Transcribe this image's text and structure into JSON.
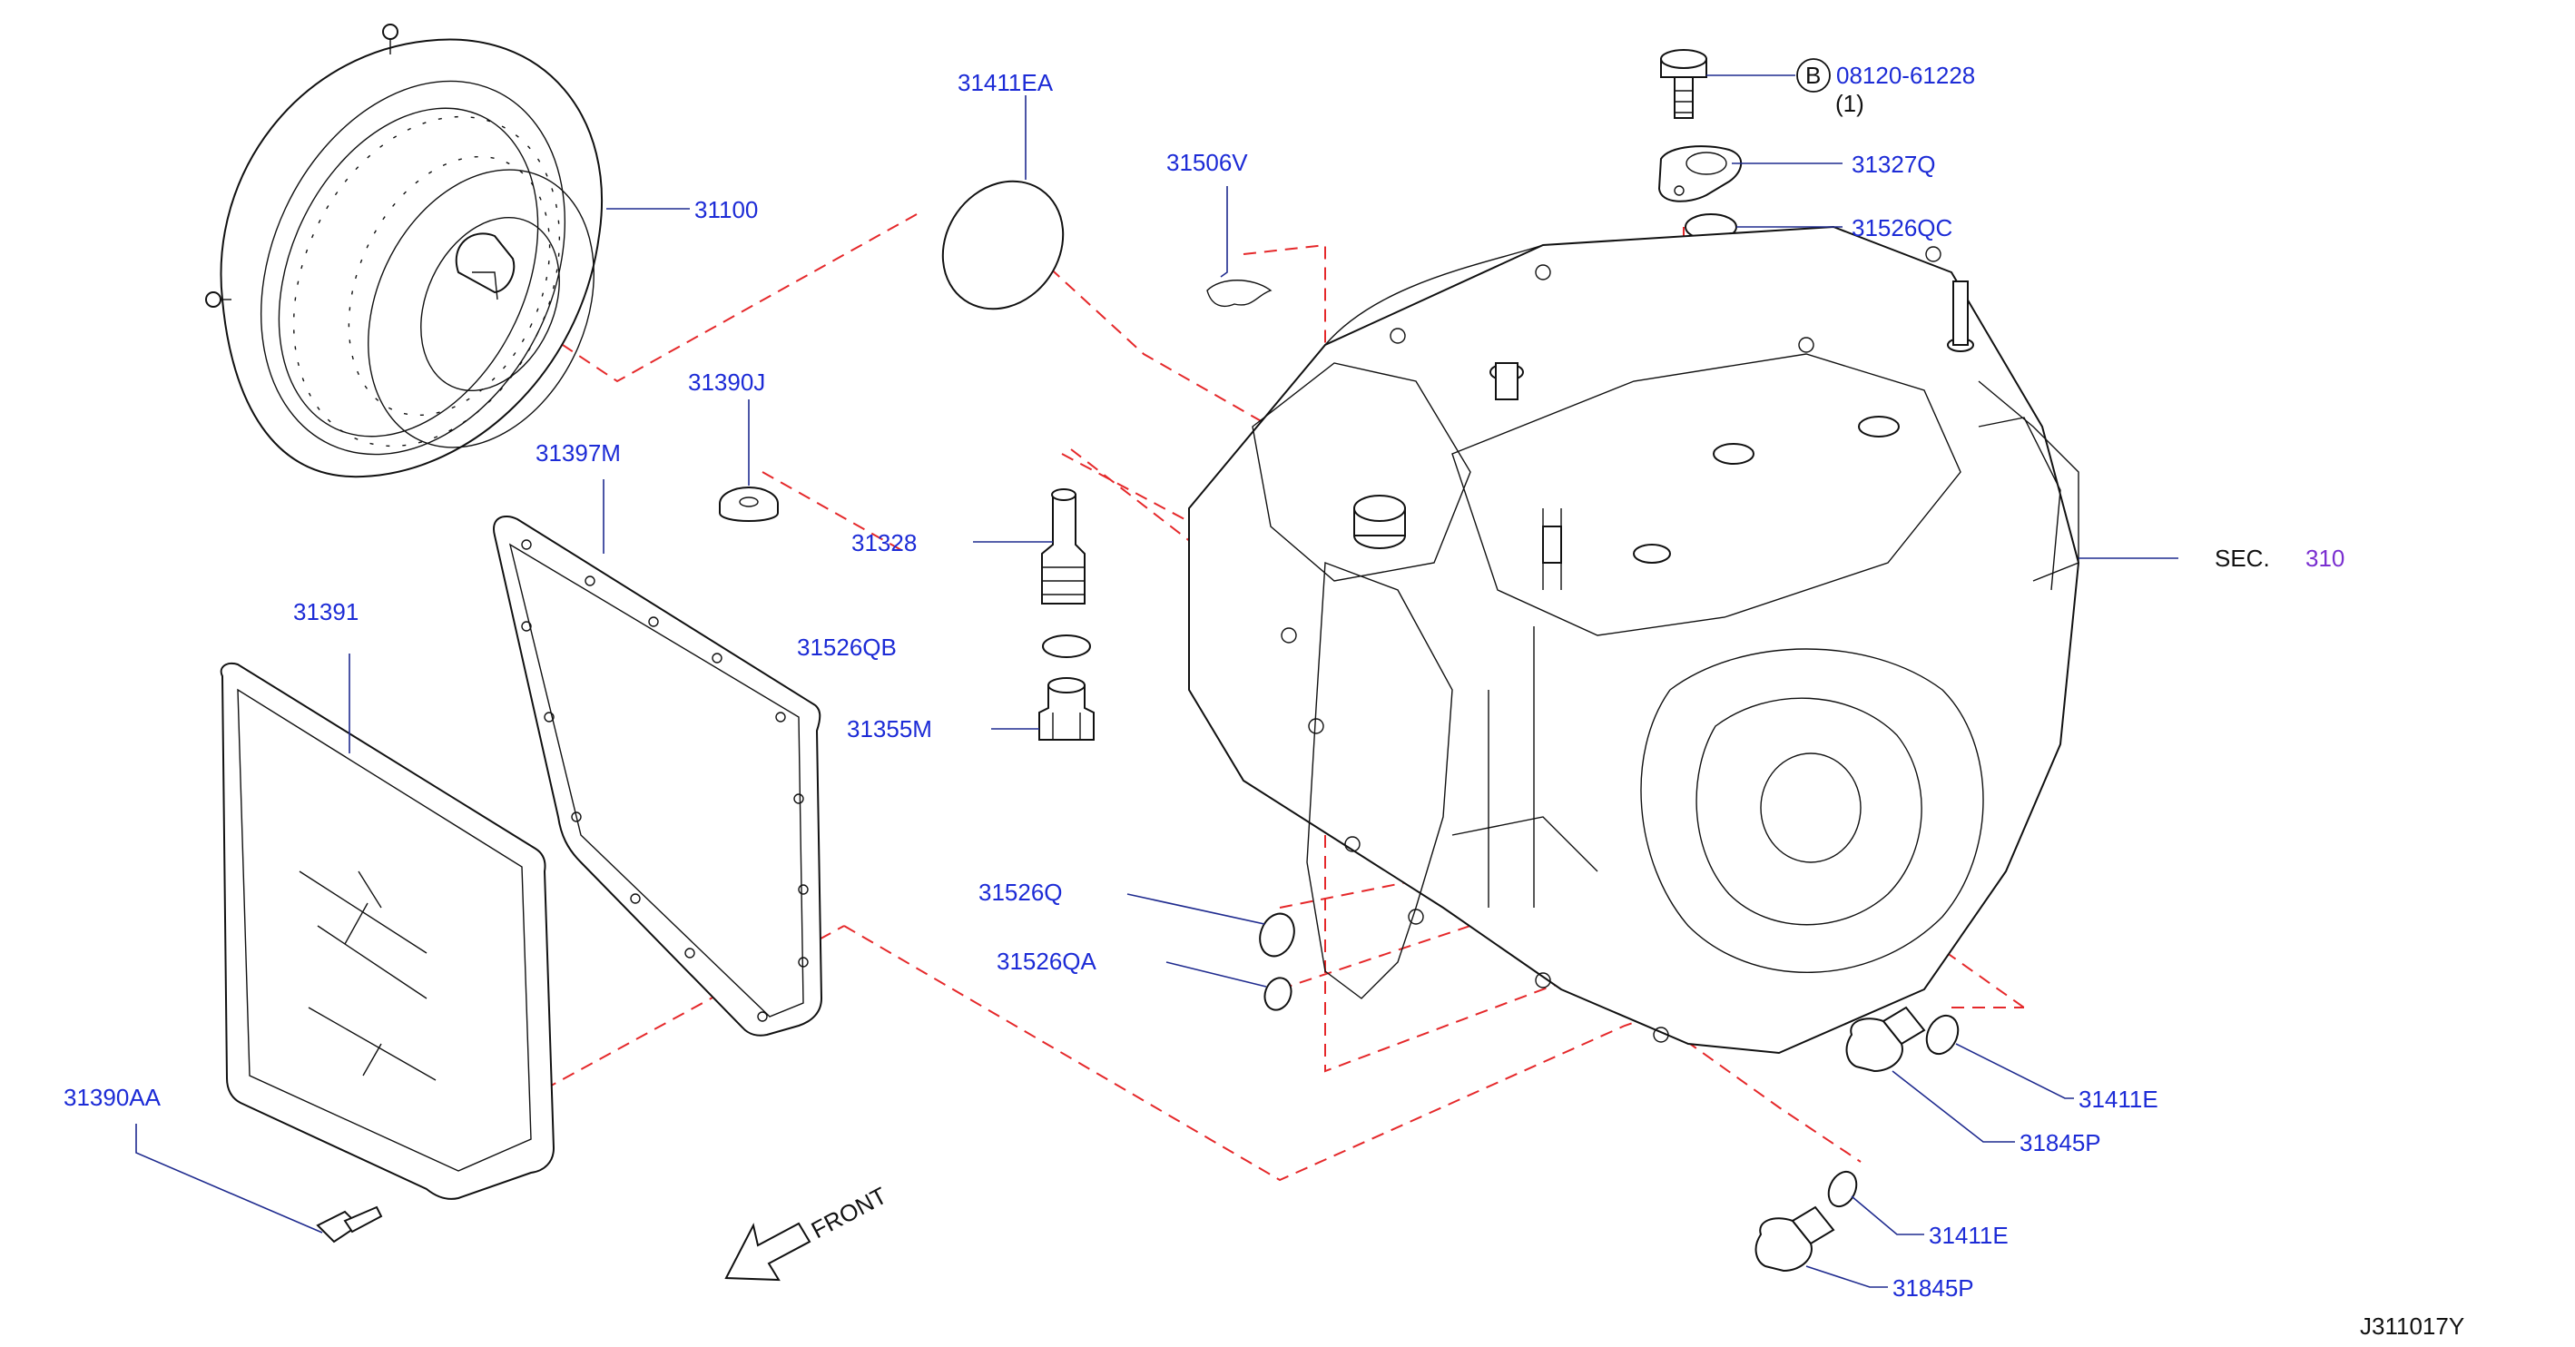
{
  "diagram_id": "J311017Y",
  "front_label": "FRONT",
  "sec_label": "SEC.",
  "sec_number": "310",
  "callouts": {
    "c31100": "31100",
    "c31411EA": "31411EA",
    "c31506V": "31506V",
    "c08120": "08120-61228",
    "c08120_qty": "(1)",
    "c08120_badge": "B",
    "c31327Q": "31327Q",
    "c31526QC": "31526QC",
    "c31390J": "31390J",
    "c31397M": "31397M",
    "c31328": "31328",
    "c31391": "31391",
    "c31526QB": "31526QB",
    "c31355M": "31355M",
    "c31526Q": "31526Q",
    "c31526QA": "31526QA",
    "c31390AA": "31390AA",
    "c31411E_a": "31411E",
    "c31845P_a": "31845P",
    "c31411E_b": "31411E",
    "c31845P_b": "31845P"
  },
  "colors": {
    "callout_text": "#1c2bd6",
    "leader_line": "#1f2b8f",
    "dashed_guide": "#e5282a",
    "section_ref": "#7a2fd0",
    "line_art": "#111111"
  }
}
